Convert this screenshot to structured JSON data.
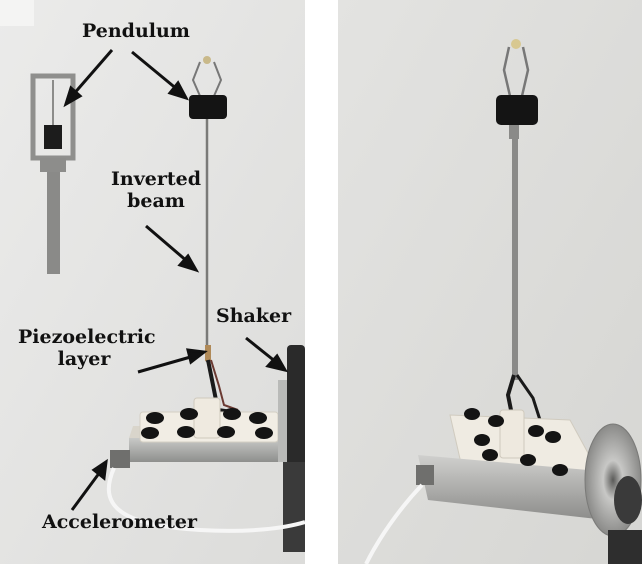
{
  "labels": {
    "pendulum": "Pendulum",
    "inverted_beam_line1": "Inverted",
    "inverted_beam_line2": "beam",
    "piezo_line1": "Piezoelectric",
    "piezo_line2": "layer",
    "shaker": "Shaker",
    "accelerometer": "Accelerometer"
  },
  "colors": {
    "background": "#e6e6e4",
    "base": "#f1ede4",
    "metal": "#a9aaa8",
    "black": "#141414",
    "cable": "#f4f4f4"
  }
}
